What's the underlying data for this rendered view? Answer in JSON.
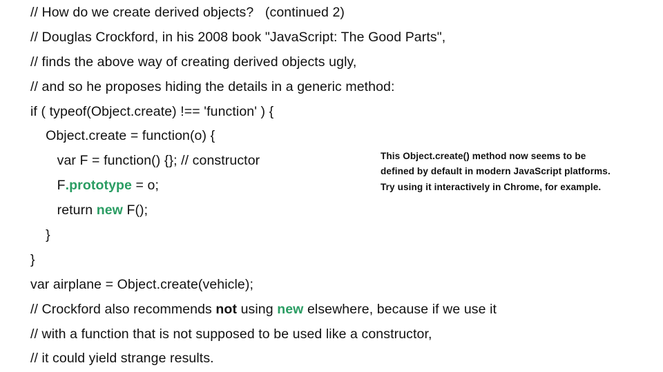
{
  "colors": {
    "background": "#ffffff",
    "text": "#111111",
    "keyword_green": "#2a9d63"
  },
  "slide": {
    "lines": [
      {
        "segments": [
          {
            "t": "// How do we create derived objects?   (continued 2)",
            "s": "n"
          }
        ]
      },
      {
        "segments": [
          {
            "t": "// Douglas Crockford, in his 2008 book \"JavaScript: The Good Parts\",",
            "s": "n"
          }
        ]
      },
      {
        "segments": [
          {
            "t": "// finds the above way of creating derived objects ugly,",
            "s": "n"
          }
        ]
      },
      {
        "segments": [
          {
            "t": "// and so he proposes hiding the details in a generic method:",
            "s": "n"
          }
        ]
      },
      {
        "segments": [
          {
            "t": "if ( typeof(Object.create) !== 'function' ) {",
            "s": "n"
          }
        ]
      },
      {
        "segments": [
          {
            "t": "    Object.create = function(o) {",
            "s": "n"
          }
        ]
      },
      {
        "segments": [
          {
            "t": "       var F = function() {}; // constructor",
            "s": "n"
          }
        ]
      },
      {
        "segments": [
          {
            "t": "       F",
            "s": "n"
          },
          {
            "t": ".prototype",
            "s": "g"
          },
          {
            "t": " = o;",
            "s": "n"
          }
        ]
      },
      {
        "segments": [
          {
            "t": "       return ",
            "s": "n"
          },
          {
            "t": "new",
            "s": "g"
          },
          {
            "t": " F();",
            "s": "n"
          }
        ]
      },
      {
        "segments": [
          {
            "t": "    }",
            "s": "n"
          }
        ]
      },
      {
        "segments": [
          {
            "t": "}",
            "s": "n"
          }
        ]
      },
      {
        "segments": [
          {
            "t": "var airplane = Object.create(vehicle);",
            "s": "n"
          }
        ]
      },
      {
        "segments": [
          {
            "t": "// Crockford also recommends ",
            "s": "n"
          },
          {
            "t": "not",
            "s": "b"
          },
          {
            "t": " using ",
            "s": "n"
          },
          {
            "t": "new",
            "s": "g"
          },
          {
            "t": " elsewhere, because if we use it",
            "s": "n"
          }
        ]
      },
      {
        "segments": [
          {
            "t": "// with a function that is not supposed to be used like a constructor,",
            "s": "n"
          }
        ]
      },
      {
        "segments": [
          {
            "t": "// it could yield strange results.",
            "s": "n"
          }
        ]
      }
    ]
  },
  "note": {
    "lines": [
      "This Object.create() method now seems to be",
      "defined by default in modern JavaScript platforms.",
      "Try using it interactively in Chrome, for example."
    ]
  }
}
